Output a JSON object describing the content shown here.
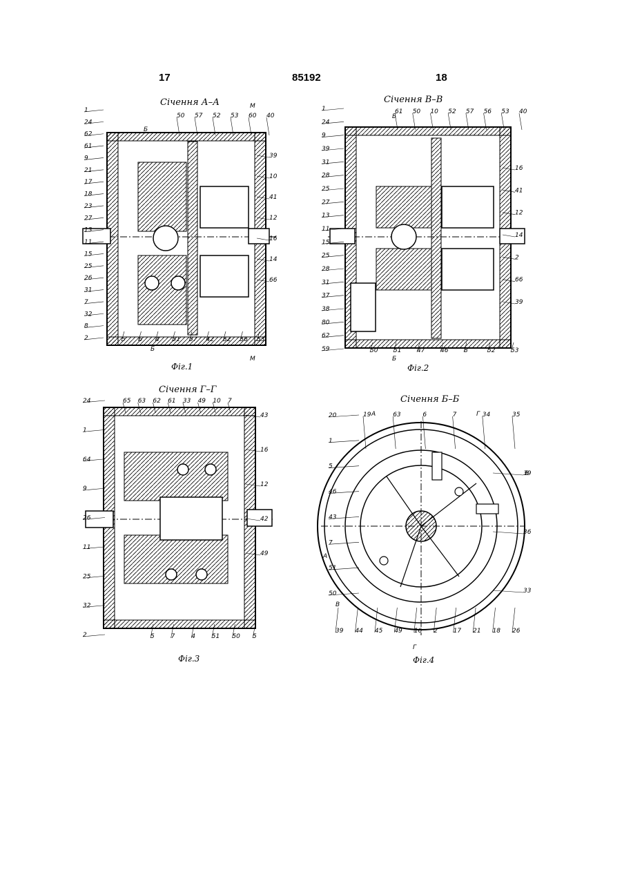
{
  "header": {
    "page_left": "17",
    "patent_number": "85192",
    "page_right": "18"
  },
  "figures": [
    {
      "title": "Січення А–А",
      "caption": "Фіг.1",
      "section_marks": [
        "Б",
        "Б",
        "М",
        "М"
      ],
      "labels_left": [
        "1",
        "24",
        "62",
        "61",
        "9",
        "21",
        "17",
        "18",
        "23",
        "27",
        "13",
        "11",
        "15",
        "25",
        "26",
        "31",
        "7",
        "32",
        "8",
        "2"
      ],
      "labels_top": [
        "50",
        "57",
        "52",
        "53",
        "60",
        "40"
      ],
      "labels_right": [
        "39",
        "10",
        "41",
        "12",
        "16",
        "14",
        "66"
      ],
      "labels_bottom": [
        "5",
        "6",
        "4",
        "51",
        "57",
        "42",
        "52",
        "56",
        "53"
      ]
    },
    {
      "title": "Січення В–В",
      "caption": "Фіг.2",
      "section_marks": [
        "Б",
        "Б"
      ],
      "labels_left": [
        "1",
        "24",
        "9",
        "39",
        "31",
        "28",
        "25",
        "27",
        "13",
        "11",
        "15",
        "25",
        "28",
        "31",
        "37",
        "38",
        "80",
        "62",
        "59"
      ],
      "labels_top": [
        "61",
        "50",
        "10",
        "52",
        "57",
        "56",
        "53",
        "40"
      ],
      "labels_right": [
        "16",
        "41",
        "12",
        "14",
        "2",
        "66",
        "39"
      ],
      "labels_bottom": [
        "50",
        "51",
        "47",
        "46",
        "8",
        "52",
        "53"
      ]
    },
    {
      "title": "Січення Г–Г",
      "caption": "Фіг.3",
      "labels_left": [
        "24",
        "1",
        "64",
        "9",
        "26",
        "11",
        "25",
        "32",
        "2"
      ],
      "labels_top": [
        "65",
        "63",
        "62",
        "61",
        "33",
        "49",
        "10",
        "7"
      ],
      "labels_right": [
        "43",
        "16",
        "12",
        "42",
        "49"
      ],
      "labels_bottom": [
        "5",
        "7",
        "4",
        "51",
        "50",
        "5"
      ]
    },
    {
      "title": "Січення Б–Б",
      "caption": "Фіг.4",
      "section_marks": [
        "А",
        "А",
        "Г",
        "Г",
        "В",
        "В"
      ],
      "labels_left": [
        "20",
        "1",
        "5",
        "46",
        "43",
        "7",
        "51",
        "50"
      ],
      "labels_top": [
        "19",
        "63",
        "6",
        "7",
        "34",
        "35"
      ],
      "labels_right": [
        "39",
        "36",
        "33"
      ],
      "labels_bottom": [
        "39",
        "44",
        "45",
        "49",
        "16",
        "2",
        "17",
        "21",
        "18",
        "26"
      ]
    }
  ]
}
